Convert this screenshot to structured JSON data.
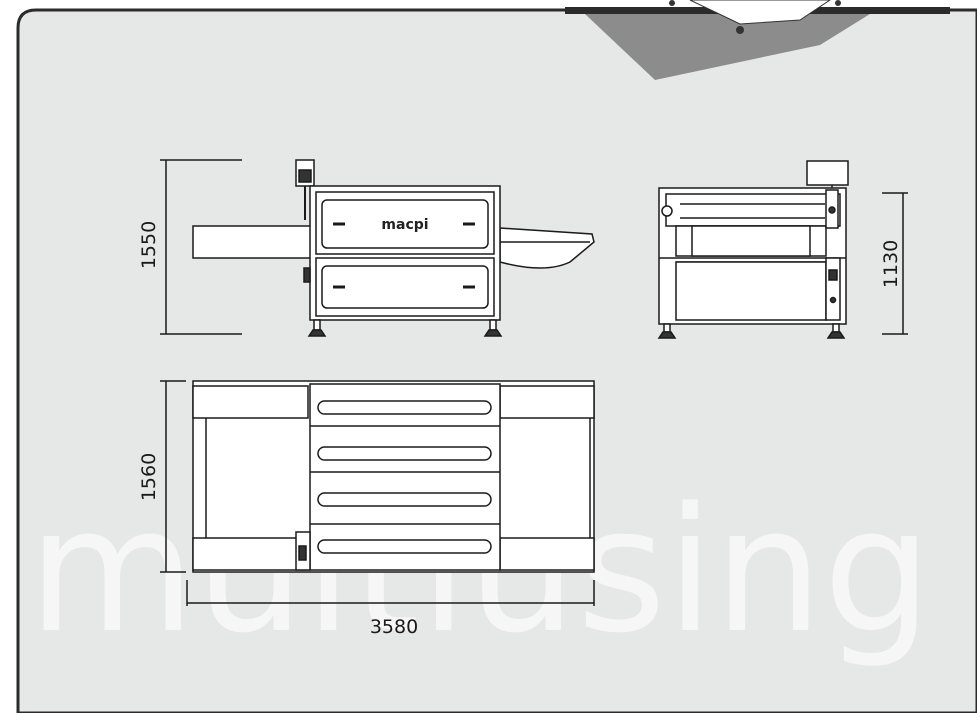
{
  "brand_label": "macpi",
  "dimensions": {
    "side_height": "1550",
    "front_height": "1130",
    "top_depth": "1560",
    "total_length": "3580"
  },
  "watermark": "multiusing",
  "colors": {
    "panel_bg": "#e5e8e6",
    "frame": "#2b2b2b",
    "shadow": "#8c8c8c",
    "stroke": "#1a1a1a"
  }
}
